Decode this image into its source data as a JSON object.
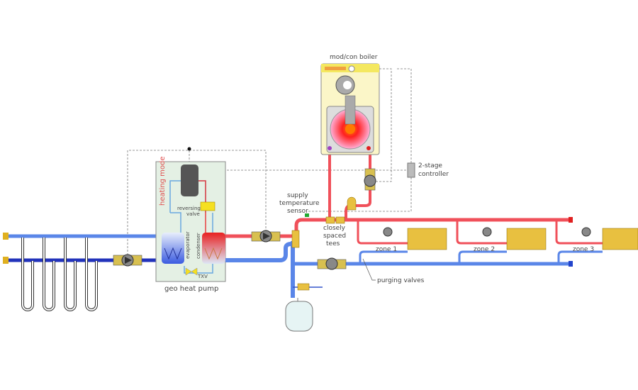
{
  "labels": {
    "boiler": "mod/con boiler",
    "controller_line1": "2-stage",
    "controller_line2": "controller",
    "sensor_line1": "supply",
    "sensor_line2": "temperature",
    "sensor_line3": "sensor",
    "tees_line1": "closely",
    "tees_line2": "spaced",
    "tees_line3": "tees",
    "heating_mode": "heating mode",
    "reversing_line1": "reversing",
    "reversing_line2": "valve",
    "evaporator": "evaporator",
    "condenser": "condenser",
    "txv": "TXV",
    "heat_pump": "geo heat pump",
    "zone1": "zone 1",
    "zone2": "zone 2",
    "zone3": "zone 3",
    "purging": "purging valves"
  },
  "colors": {
    "supply": "#f0505a",
    "return": "#5a86e8",
    "ground": "#2233bb",
    "heat_pump_box": "#e4f0e4",
    "boiler": "#fbf6c8"
  }
}
